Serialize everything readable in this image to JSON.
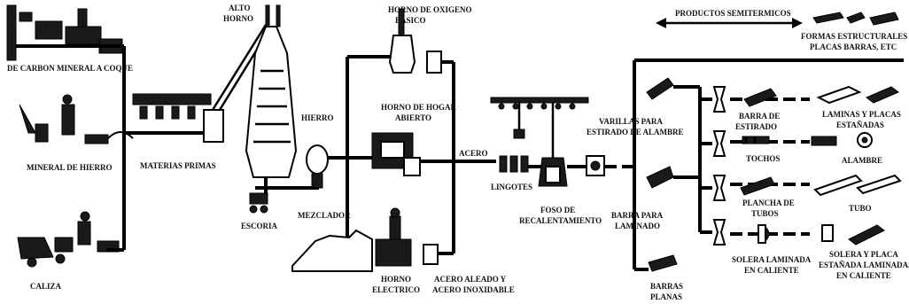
{
  "labels": {
    "carbon": "DE CARBON MINERAL A COQUE",
    "mineral_hierro": "MINERAL DE HIERRO",
    "caliza": "CALIZA",
    "materias_primas": "MATERIAS PRIMAS",
    "alto_horno_1": "ALTO",
    "alto_horno_2": "HORNO",
    "escoria": "ESCORIA",
    "hierro": "HIERRO",
    "mezclador": "MEZCLADOR",
    "horno_oxigeno_1": "HORNO DE OXIGENO",
    "horno_oxigeno_2": "BASICO",
    "horno_hogar_1": "HORNO DE HOGAR",
    "horno_hogar_2": "ABIERTO",
    "acero": "ACERO",
    "horno_electrico_1": "HORNO",
    "horno_electrico_2": "ELECTRICO",
    "acero_aleado_1": "ACERO ALEADO Y",
    "acero_aleado_2": "ACERO INOXIDABLE",
    "lingotes": "LINGOTES",
    "foso_1": "FOSO DE",
    "foso_2": "RECALENTAMIENTO",
    "productos_semitermicos": "PRODUCTOS SEMITERMICOS",
    "formas_1": "FORMAS ESTRUCTURALES",
    "formas_2": "PLACAS BARRAS, ETC",
    "varillas_1": "VARILLAS PARA",
    "varillas_2": "ESTIRADO DE ALAMBRE",
    "barra_laminado_1": "BARRA PARA",
    "barra_laminado_2": "LAMINADO",
    "barras_planas_1": "BARRAS",
    "barras_planas_2": "PLANAS",
    "barra_estirado_1": "BARRA DE",
    "barra_estirado_2": "ESTIRADO",
    "laminas_1": "LAMINAS Y PLACAS",
    "laminas_2": "ESTAÑADAS",
    "tochos": "TOCHOS",
    "alambre": "ALAMBRE",
    "plancha_1": "PLANCHA DE",
    "plancha_2": "TUBOS",
    "tubo": "TUBO",
    "solera_1": "SOLERA LAMINADA",
    "solera_2": "EN CALIENTE",
    "solera_placa_1": "SOLERA Y PLACA",
    "solera_placa_2": "ESTAÑADA LAMINADAS",
    "solera_placa_3": "EN CALIENTE"
  }
}
